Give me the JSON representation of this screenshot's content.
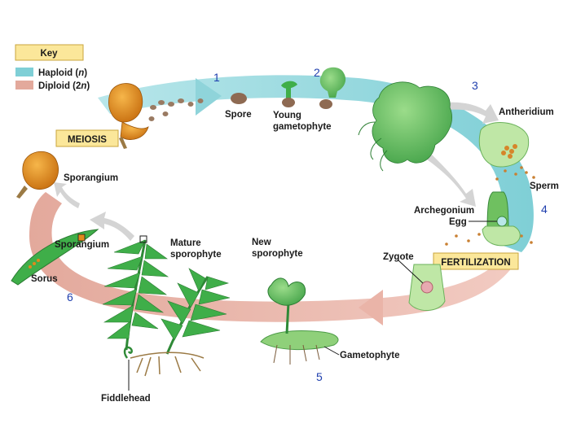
{
  "key": {
    "title": "Key",
    "items": [
      {
        "label_pre": "Haploid (",
        "label_var": "n",
        "label_post": ")",
        "color": "#7fcfd6"
      },
      {
        "label_pre": "Diploid (2",
        "label_var": "n",
        "label_post": ")",
        "color": "#e3a99c"
      }
    ]
  },
  "stages": [
    {
      "number": "1"
    },
    {
      "number": "2"
    },
    {
      "number": "3"
    },
    {
      "number": "4"
    },
    {
      "number": "5"
    },
    {
      "number": "6"
    }
  ],
  "boxes": {
    "meiosis": "MEIOSIS",
    "fertilization": "FERTILIZATION"
  },
  "labels": {
    "spore": "Spore",
    "young_gametophyte_1": "Young",
    "young_gametophyte_2": "gametophyte",
    "antheridium": "Antheridium",
    "sperm": "Sperm",
    "archegonium": "Archegonium",
    "egg": "Egg",
    "zygote": "Zygote",
    "new_sporophyte_1": "New",
    "new_sporophyte_2": "sporophyte",
    "gametophyte": "Gametophyte",
    "mature_sporophyte_1": "Mature",
    "mature_sporophyte_2": "sporophyte",
    "fiddlehead": "Fiddlehead",
    "sporangium_top": "Sporangium",
    "sporangium_leaf": "Sporangium",
    "sorus": "Sorus"
  },
  "colors": {
    "haploid": "#7fcfd6",
    "diploid": "#e3a99c",
    "box_fill": "#fbe79a",
    "box_stroke": "#c9a53c",
    "number": "#1f3fae",
    "plant_green": "#3fae49",
    "sporangium": "#e08a1c"
  }
}
